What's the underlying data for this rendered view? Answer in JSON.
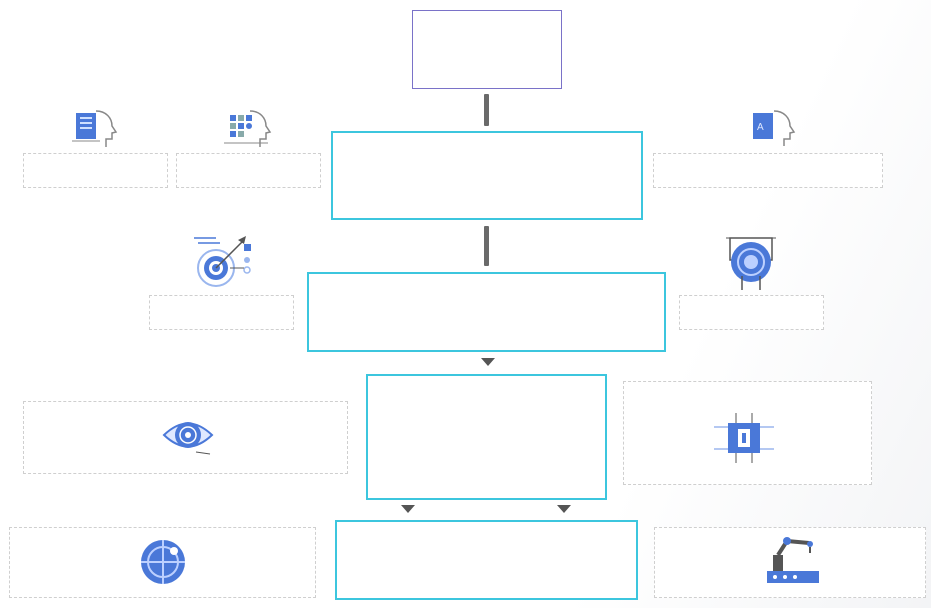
{
  "diagram": {
    "nodes": [
      {
        "id": "top",
        "label": ""
      },
      {
        "id": "level-2",
        "label": ""
      },
      {
        "id": "level-3",
        "label": ""
      },
      {
        "id": "level-4",
        "label": ""
      },
      {
        "id": "bottom",
        "label": ""
      }
    ],
    "side_boxes": [
      {
        "id": "ai-head-document",
        "icon": "head-document-icon",
        "label": ""
      },
      {
        "id": "ai-head-circuit",
        "icon": "head-circuit-icon",
        "label": ""
      },
      {
        "id": "ai-head-translate",
        "icon": "head-translate-icon",
        "label": ""
      },
      {
        "id": "target-machine-learning",
        "icon": "target-gear-icon",
        "label": ""
      },
      {
        "id": "fingerprint-chip",
        "icon": "fingerprint-chip-icon",
        "label": ""
      },
      {
        "id": "eye-vision",
        "icon": "eye-vision-icon",
        "label": ""
      },
      {
        "id": "cpu-chip",
        "icon": "cpu-chip-icon",
        "label": ""
      },
      {
        "id": "robot-globe",
        "icon": "robot-globe-icon",
        "label": ""
      },
      {
        "id": "robotic-arm",
        "icon": "robotic-arm-icon",
        "label": ""
      }
    ]
  }
}
